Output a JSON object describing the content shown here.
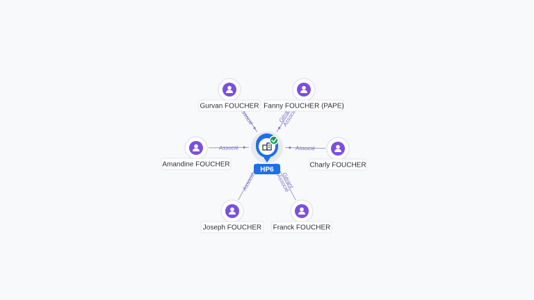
{
  "center": {
    "label": "HP6",
    "icon": "building-icon",
    "status_icon": "check-icon",
    "color": "#1f6fe8",
    "status_color": "#1e9e5a"
  },
  "people": [
    {
      "id": "gurvan",
      "label": "Gurvan FOUCHER"
    },
    {
      "id": "fanny",
      "label": "Fanny FOUCHER (PAPE)"
    },
    {
      "id": "amandine",
      "label": "Amandine FOUCHER"
    },
    {
      "id": "charly",
      "label": "Charly FOUCHER"
    },
    {
      "id": "joseph",
      "label": "Joseph FOUCHER"
    },
    {
      "id": "franck",
      "label": "Franck FOUCHER"
    }
  ],
  "edges": [
    {
      "person": "gurvan",
      "roles": [
        "Associé"
      ]
    },
    {
      "person": "fanny",
      "roles": [
        "Gérant",
        "Associé"
      ]
    },
    {
      "person": "amandine",
      "roles": [
        "Associé"
      ]
    },
    {
      "person": "charly",
      "roles": [
        "Associé"
      ]
    },
    {
      "person": "joseph",
      "roles": [
        "Associé"
      ]
    },
    {
      "person": "franck",
      "roles": [
        "Gérant",
        "Associé"
      ]
    }
  ],
  "person_icon": "person-icon",
  "colors": {
    "person": "#7b4fe0",
    "edge_label": "#7b6fd0",
    "edge_line": "#9aa0ad"
  }
}
